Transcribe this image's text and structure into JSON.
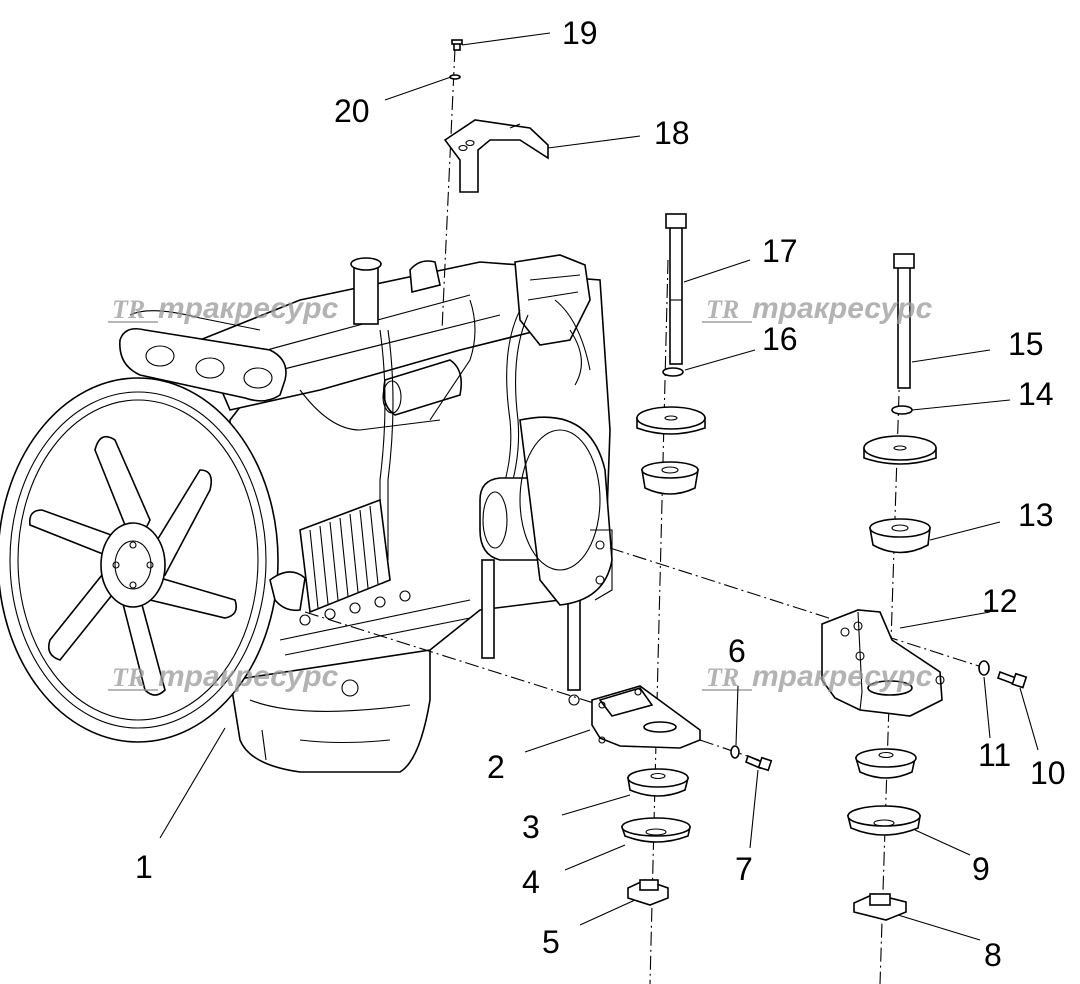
{
  "watermark": {
    "logo": "TR",
    "text": "тракресурс"
  },
  "callouts": [
    "1",
    "2",
    "3",
    "4",
    "5",
    "6",
    "7",
    "8",
    "9",
    "10",
    "11",
    "12",
    "13",
    "14",
    "15",
    "16",
    "17",
    "18",
    "19",
    "20"
  ]
}
